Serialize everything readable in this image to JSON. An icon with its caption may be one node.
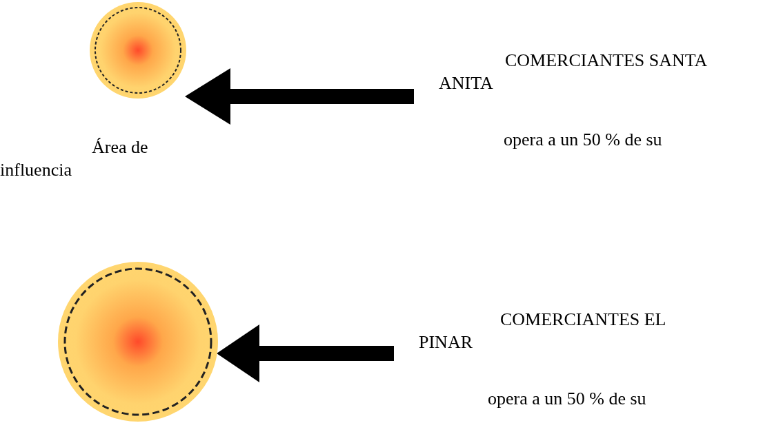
{
  "diagram": {
    "nodes": [
      {
        "text": [],
        "shape": "circle",
        "beside": [
          "Área de influencia"
        ]
      },
      {
        "text": [
          "COMERCIANTES SANTA ANITA",
          "opera a un 50 % de su"
        ]
      },
      {
        "text": [],
        "shape": "circle"
      },
      {
        "text": [
          "COMERCIANTES EL PINAR",
          "opera a un 50 % de su"
        ]
      }
    ],
    "edges": [
      {
        "from": 1,
        "to": 0,
        "arrow": "to"
      },
      {
        "from": 3,
        "to": 2,
        "arrow": "to"
      }
    ]
  }
}
